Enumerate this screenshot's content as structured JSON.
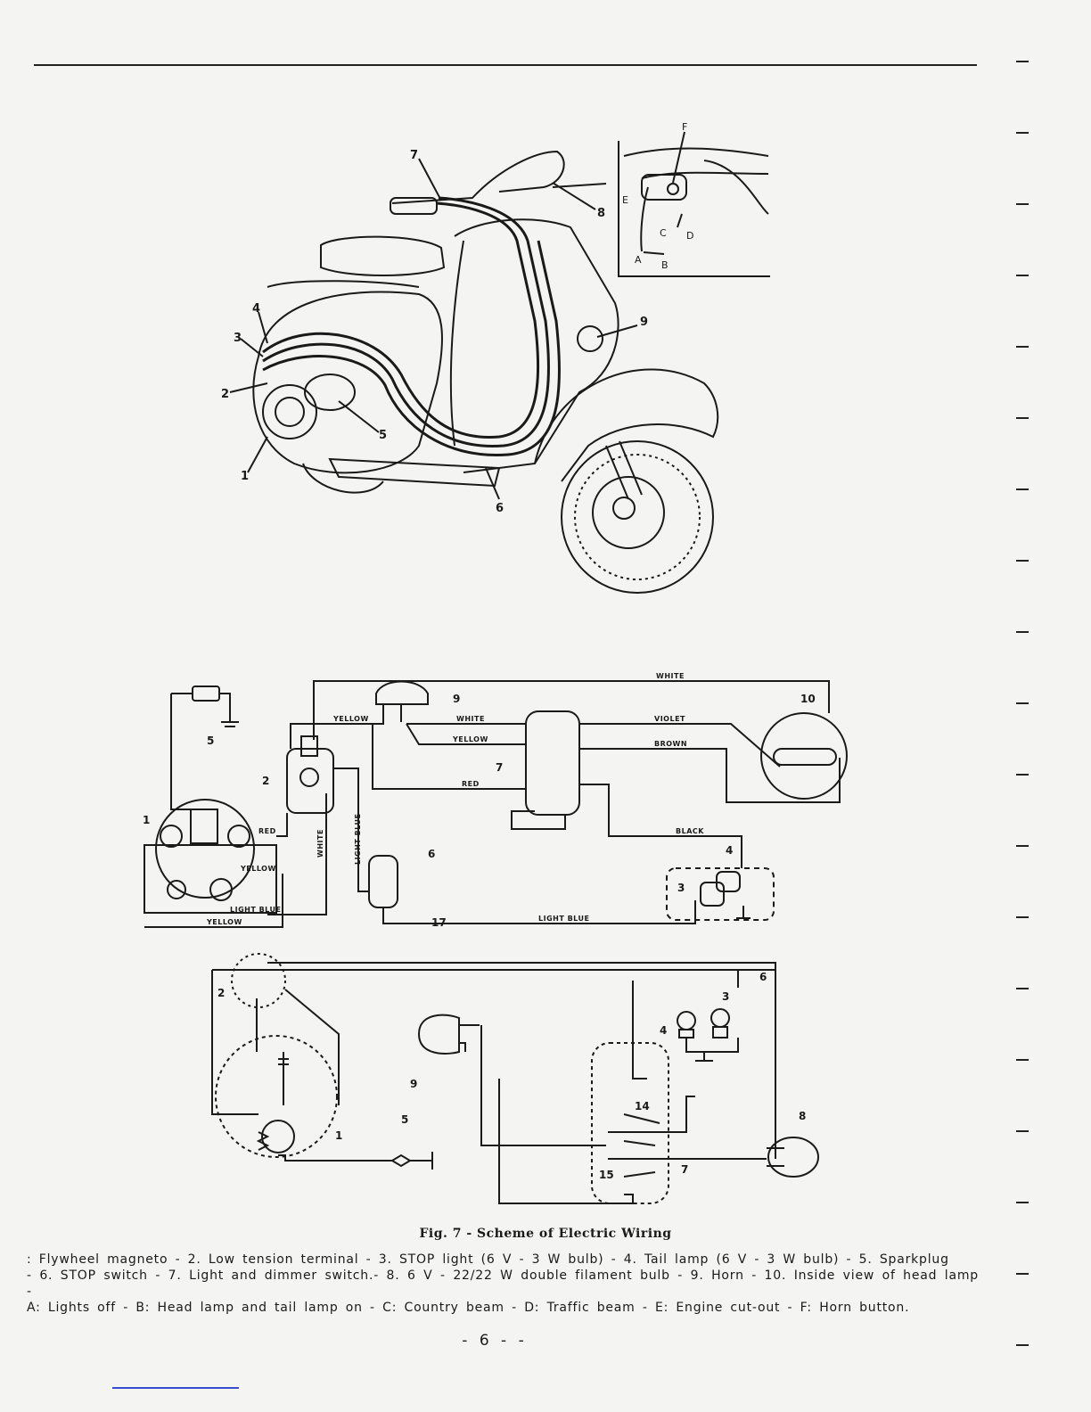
{
  "figure": {
    "title": "Fig. 7 - Scheme of Electric Wiring",
    "legend_lines": [
      ": Flywheel magneto - 2. Low tension terminal - 3. STOP light (6 V - 3 W bulb) - 4. Tail lamp (6 V - 3 W bulb) - 5. Sparkplug",
      "- 6. STOP switch - 7. Light and dimmer switch.- 8. 6 V - 22/22 W double filament bulb - 9. Horn - 10. Inside view of head lamp -",
      "A: Lights off - B: Head lamp and tail lamp on - C: Country beam - D: Traffic beam - E: Engine cut-out - F: Horn button."
    ]
  },
  "scooter_callouts": [
    "7",
    "8",
    "9",
    "4",
    "3",
    "2",
    "5",
    "1",
    "6"
  ],
  "inset_callouts": [
    "F",
    "E",
    "C",
    "D",
    "A",
    "B"
  ],
  "wiring_labels": {
    "white_top": "WHITE",
    "yellow_1": "YELLOW",
    "white_2": "WHITE",
    "yellow_2": "YELLOW",
    "red_1": "RED",
    "violet": "VIOLET",
    "brown": "BROWN",
    "black": "BLACK",
    "red_2": "RED",
    "white_3": "WHITE",
    "light_blue_v": "LIGHT BLUE",
    "yellow_3": "YELLOW",
    "light_blue_1": "LIGHT BLUE",
    "yellow_4": "YELLOW",
    "light_blue_2": "LIGHT BLUE",
    "num_17": "17"
  },
  "wiring_numbers": [
    "9",
    "10",
    "7",
    "2",
    "1",
    "5",
    "6",
    "4",
    "3"
  ],
  "schematic_numbers": [
    "2",
    "6",
    "3",
    "4",
    "9",
    "14",
    "8",
    "5",
    "1",
    "15",
    "7"
  ],
  "page_number": "- 6 - -"
}
